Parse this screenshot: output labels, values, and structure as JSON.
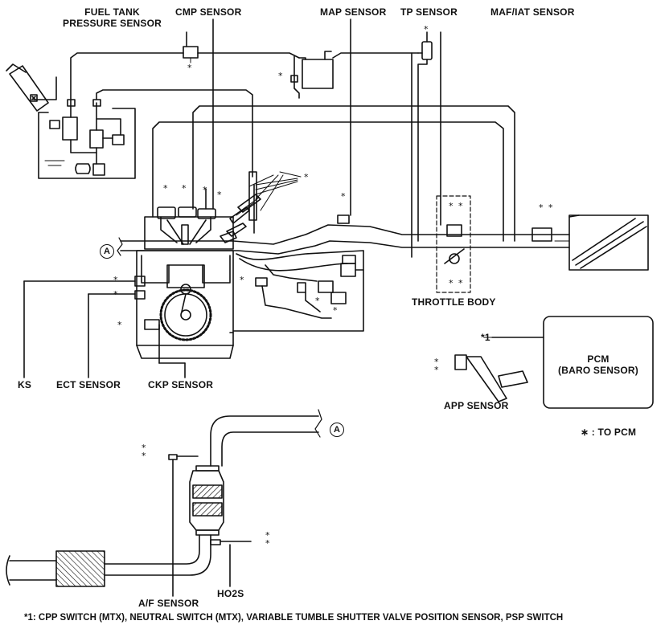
{
  "labels": {
    "fuel_tank_pressure_sensor": [
      "FUEL TANK",
      "PRESSURE SENSOR"
    ],
    "cmp_sensor": "CMP SENSOR",
    "map_sensor": "MAP SENSOR",
    "tp_sensor": "TP SENSOR",
    "maf_iat_sensor": "MAF/IAT SENSOR",
    "throttle_body": "THROTTLE BODY",
    "ks": "KS",
    "ect_sensor": "ECT SENSOR",
    "ckp_sensor": "CKP SENSOR",
    "app_sensor": "APP SENSOR",
    "pcm": [
      "PCM",
      "(BARO SENSOR)"
    ],
    "pcm_ref": "*1",
    "legend": "∗ : TO PCM",
    "af_sensor": "A/F SENSOR",
    "ho2s": "HO2S",
    "connector_a": "A",
    "star": "*"
  },
  "footnote": "*1: CPP SWITCH (MTX), NEUTRAL SWITCH (MTX), VARIABLE TUMBLE SHUTTER VALVE POSITION SENSOR, PSP SWITCH"
}
